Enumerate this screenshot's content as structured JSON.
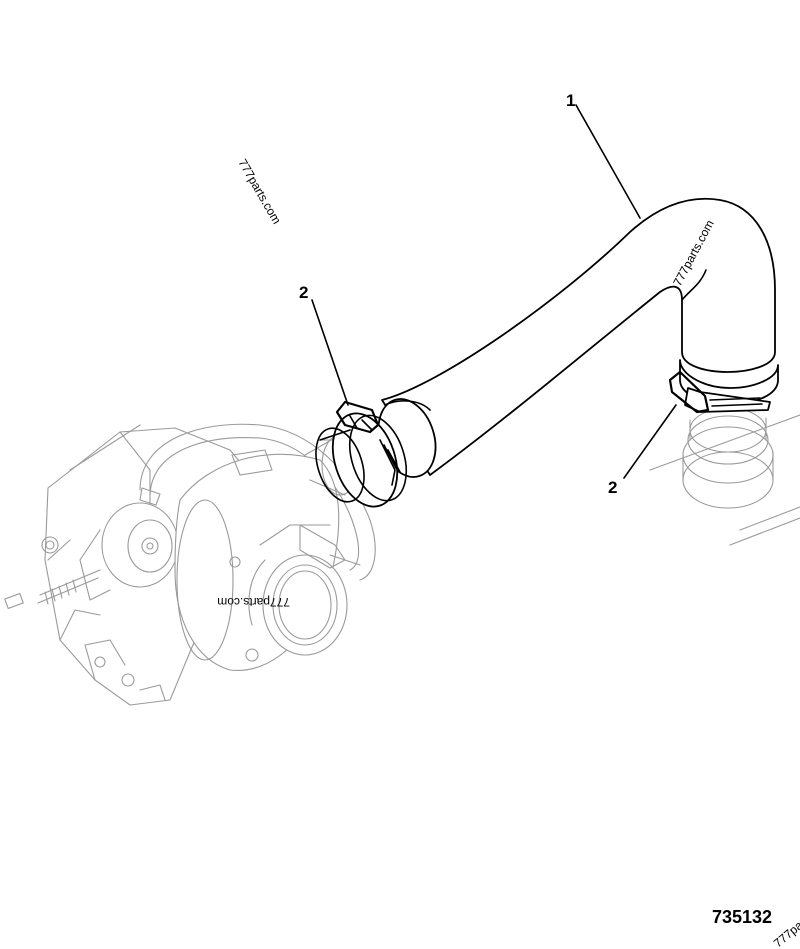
{
  "diagram": {
    "part_number": "735132",
    "callouts": [
      {
        "id": "callout-1",
        "label": "1"
      },
      {
        "id": "callout-2-upper",
        "label": "2"
      },
      {
        "id": "callout-2-lower",
        "label": "2"
      }
    ],
    "watermarks": [
      {
        "id": "watermark-top-left",
        "text": "777parts.com"
      },
      {
        "id": "watermark-hose",
        "text": "777parts.com"
      },
      {
        "id": "watermark-turbo",
        "text": "777parts.com"
      },
      {
        "id": "watermark-corner",
        "text": "777pa"
      }
    ]
  }
}
